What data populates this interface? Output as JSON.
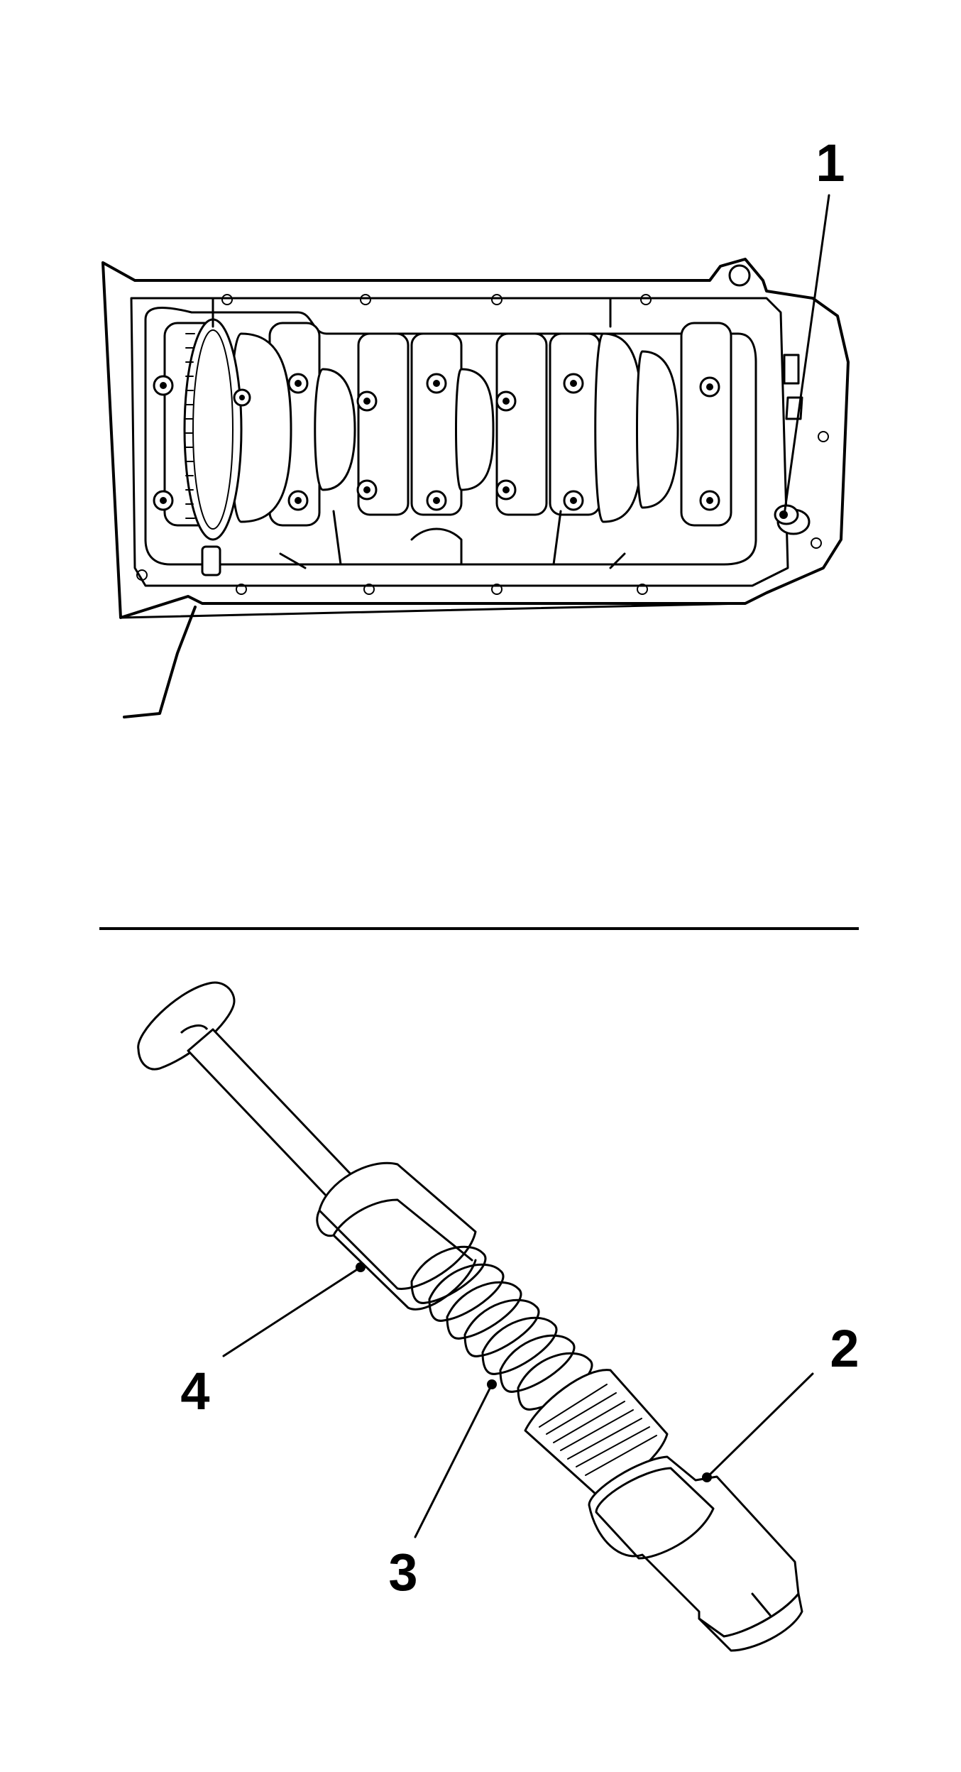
{
  "figure": {
    "top_panel": {
      "callouts": [
        {
          "id": "1",
          "label": "1"
        }
      ]
    },
    "bottom_panel": {
      "callouts": [
        {
          "id": "2",
          "label": "2"
        },
        {
          "id": "3",
          "label": "3"
        },
        {
          "id": "4",
          "label": "4"
        }
      ]
    }
  }
}
